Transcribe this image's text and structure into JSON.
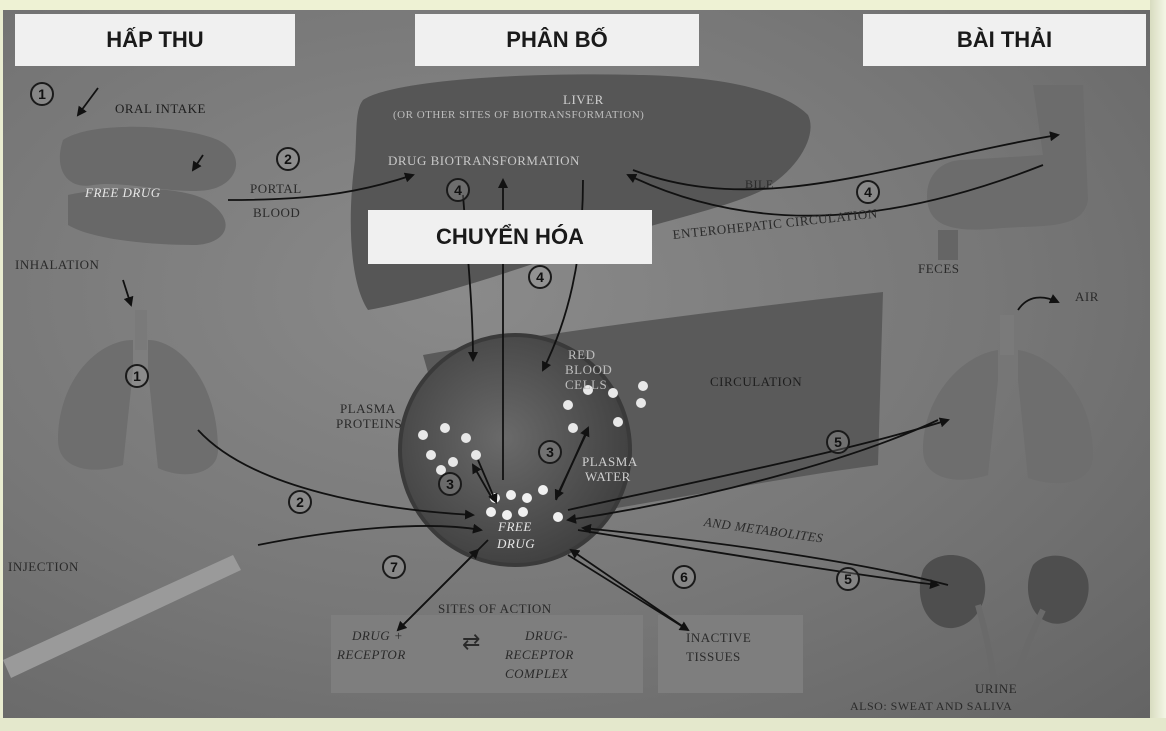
{
  "headers": {
    "absorption": "HẤP THU",
    "distribution": "PHÂN BỐ",
    "excretion": "BÀI THẢI",
    "metabolism": "CHUYỂN HÓA"
  },
  "labels": {
    "oral_intake": "ORAL INTAKE",
    "free_drug_gut": "FREE DRUG",
    "portal": "PORTAL",
    "blood": "BLOOD",
    "liver": "LIVER",
    "other_sites": "(OR OTHER SITES OF BIOTRANSFORMATION)",
    "drug_biotransformation": "DRUG BIOTRANSFORMATION",
    "bile": "BILE",
    "enterohepatic": "ENTEROHEPATIC CIRCULATION",
    "feces": "FECES",
    "inhalation": "INHALATION",
    "air": "AIR",
    "red": "RED",
    "blood_rbc": "BLOOD",
    "cells": "CELLS",
    "circulation": "CIRCULATION",
    "plasma": "PLASMA",
    "proteins": "PROTEINS",
    "plasma2": "PLASMA",
    "water": "WATER",
    "free": "FREE",
    "drug": "DRUG",
    "injection": "INJECTION",
    "and_metabolites": "AND METABOLITES",
    "sites_of_action": "SITES OF ACTION",
    "drug_plus": "DRUG +",
    "receptor": "RECEPTOR",
    "drug_dash": "DRUG-",
    "receptor2": "RECEPTOR",
    "complex": "COMPLEX",
    "inactive": "INACTIVE",
    "tissues": "TISSUES",
    "urine": "URINE",
    "also": "ALSO: SWEAT AND SALIVA",
    "equilibrium_arrows": "⇄"
  },
  "steps": {
    "oral": "1",
    "portal": "2",
    "liver_left": "4",
    "bile": "4",
    "liver_mid": "4",
    "lungs": "1",
    "injection": "2",
    "plasma_proteins": "3",
    "rbc": "3",
    "lungs_out": "5",
    "kidney": "5",
    "inactive": "6",
    "sites": "7"
  },
  "colors": {
    "background": "#e9ecd0",
    "photo": "#777777",
    "header_box": "#f0f0f0",
    "organ": "#5e5e5e"
  }
}
